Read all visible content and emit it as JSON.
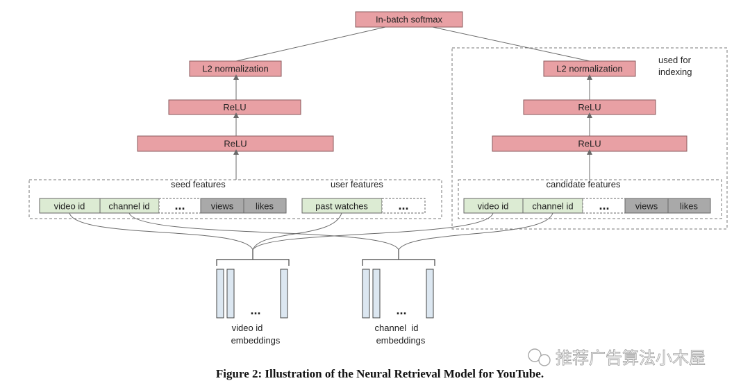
{
  "diagram": {
    "softmax_label": "In-batch softmax",
    "left_tower": {
      "l2_label": "L2 normalization",
      "relu_top_label": "ReLU",
      "relu_bottom_label": "ReLU",
      "seed_features_label": "seed features",
      "user_features_label": "user features",
      "features": [
        "video id",
        "channel id",
        "...",
        "views",
        "likes"
      ],
      "user_features": [
        "past watches",
        "..."
      ]
    },
    "right_tower": {
      "indexing_note_line1": "used for",
      "indexing_note_line2": "indexing",
      "l2_label": "L2 normalization",
      "relu_top_label": "ReLU",
      "relu_bottom_label": "ReLU",
      "candidate_features_label": "candidate features",
      "features": [
        "video id",
        "channel id",
        "...",
        "views",
        "likes"
      ]
    },
    "embeddings": {
      "video_dots": "...",
      "video_label_line1": "video id",
      "video_label_line2": "embeddings",
      "channel_dots": "...",
      "channel_label_line1": "channel  id",
      "channel_label_line2": "embeddings"
    },
    "caption": "Figure 2: Illustration of the Neural Retrieval Model for YouTube.",
    "watermark": "推荐广告算法小木屋",
    "colors": {
      "layer_fill": "#e8a0a4",
      "layer_stroke": "#8a5a5c",
      "id_feature_fill": "#dcebd3",
      "count_feature_fill": "#a9a9a9",
      "embedding_fill": "#dce7f1",
      "line": "#6a6a6a"
    }
  }
}
